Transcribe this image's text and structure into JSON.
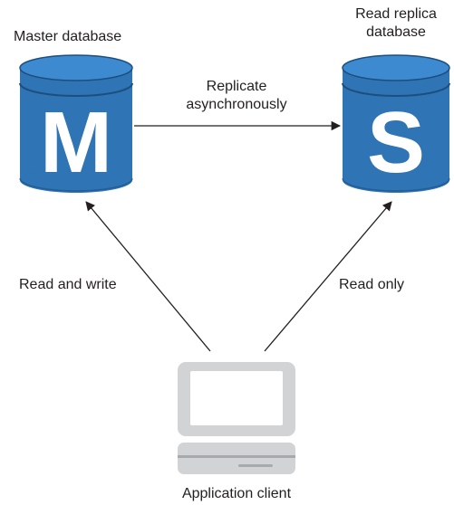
{
  "master": {
    "title": "Master database",
    "letter": "M"
  },
  "replica": {
    "title_line1": "Read replica",
    "title_line2": "database",
    "letter": "S"
  },
  "edges": {
    "replicate_line1": "Replicate",
    "replicate_line2": "asynchronously",
    "read_write": "Read and write",
    "read_only": "Read only"
  },
  "client": {
    "label": "Application client"
  },
  "colors": {
    "db_body": "#2f74b5",
    "db_top": "#3d8ad1",
    "db_dark": "#1d4f7e",
    "db_letter": "#ffffff",
    "client_light": "#d1d3d4",
    "client_dark": "#a7a9ac",
    "line": "#231f20"
  }
}
